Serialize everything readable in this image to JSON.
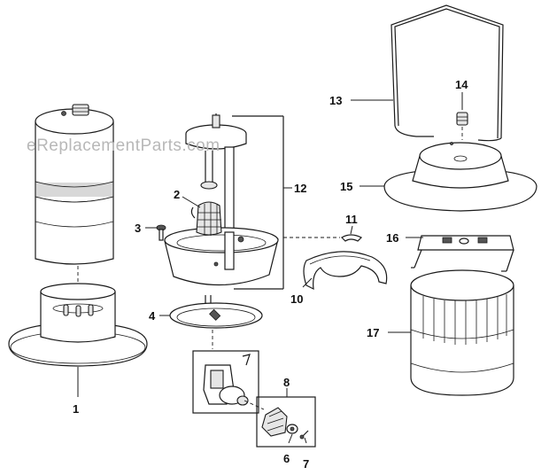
{
  "watermark": "eReplacementParts.com",
  "callouts": {
    "c1": "1",
    "c2": "2",
    "c3": "3",
    "c4": "4",
    "c6": "6",
    "c7": "7",
    "c8": "8",
    "c10": "10",
    "c11": "11",
    "c12": "12",
    "c13": "13",
    "c14": "14",
    "c15": "15",
    "c16": "16",
    "c17": "17"
  }
}
